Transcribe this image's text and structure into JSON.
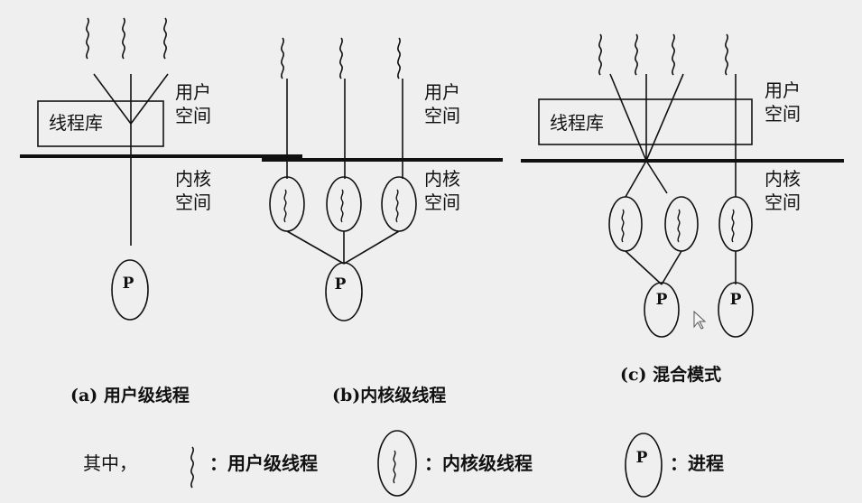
{
  "labels": {
    "user_space": [
      "用户",
      "空间"
    ],
    "kernel_space": [
      "内核",
      "空间"
    ],
    "thread_lib": "线程库",
    "process": "P"
  },
  "captions": {
    "a": "(a)  用户级线程",
    "b": "(b)内核级线程",
    "c": "(c)  混合模式"
  },
  "legend": {
    "prefix": "其中，",
    "user_thread": "：用户级线程",
    "kernel_thread": "：内核级线程",
    "process": "：进程",
    "process_symbol": "P"
  },
  "colors": {
    "ink": "#111111",
    "background": "#efefef"
  }
}
